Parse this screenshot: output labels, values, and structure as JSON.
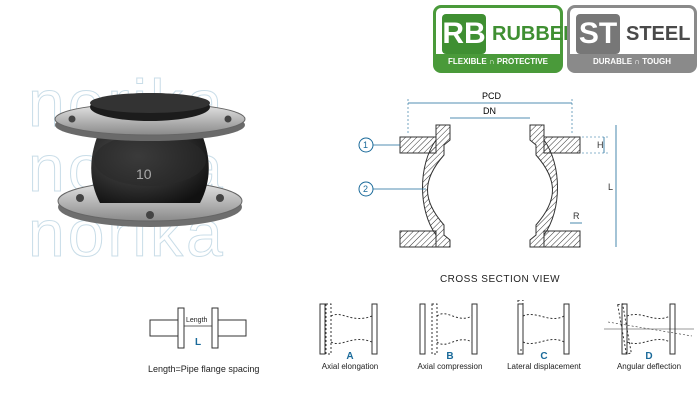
{
  "badges": {
    "rubber": {
      "abbr": "RB",
      "word": "RUBBER",
      "strip": "FLEXIBLE ∩ PROTECTIVE",
      "color": "#3f8f32"
    },
    "steel": {
      "abbr": "ST",
      "word": "STEEL",
      "strip": "DURABLE ∩ TOUGH",
      "color": "#777777"
    }
  },
  "watermark": "norika",
  "product_mark": "10",
  "cross_section": {
    "title": "CROSS SECTION VIEW",
    "callouts": [
      "1",
      "2"
    ],
    "dims": {
      "pcd": "PCD",
      "dn": "DN",
      "h": "H",
      "l": "L",
      "r": "R"
    }
  },
  "length_diagram": {
    "label": "Length",
    "letter": "L",
    "caption": "Length=Pipe flange spacing"
  },
  "motions": [
    {
      "letter": "A",
      "caption": "Axial elongation"
    },
    {
      "letter": "B",
      "caption": "Axial compression"
    },
    {
      "letter": "C",
      "caption": "Lateral displacement"
    },
    {
      "letter": "D",
      "caption": "Angular deflection"
    }
  ]
}
